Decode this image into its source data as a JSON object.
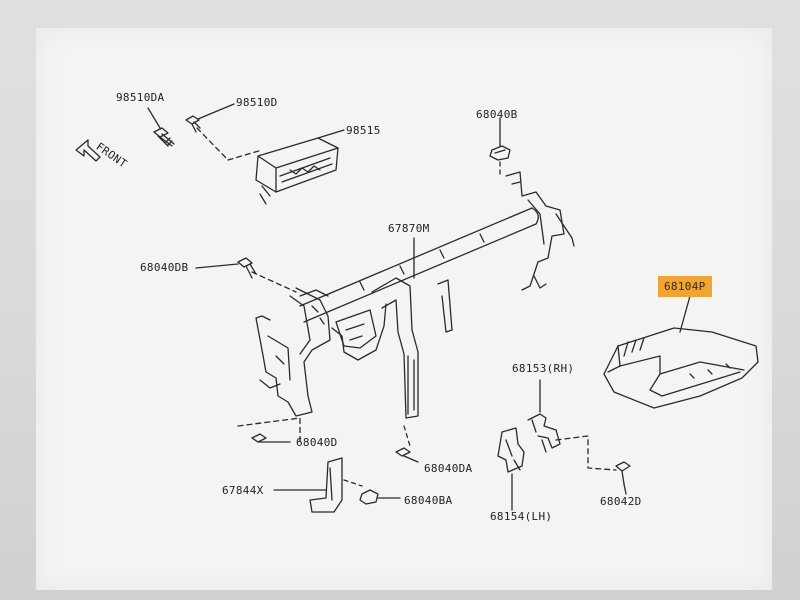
{
  "diagram": {
    "direction_label": "FRONT",
    "parts": [
      {
        "id": "98510DA",
        "label": "98510DA"
      },
      {
        "id": "98510D",
        "label": "98510D"
      },
      {
        "id": "98515",
        "label": "98515"
      },
      {
        "id": "68040B",
        "label": "68040B"
      },
      {
        "id": "67870M",
        "label": "67870M"
      },
      {
        "id": "68040DB",
        "label": "68040DB"
      },
      {
        "id": "68104P",
        "label": "68104P",
        "highlighted": true
      },
      {
        "id": "68153RH",
        "label": "68153(RH)"
      },
      {
        "id": "68040D",
        "label": "68040D"
      },
      {
        "id": "68040DA",
        "label": "68040DA"
      },
      {
        "id": "67844X",
        "label": "67844X"
      },
      {
        "id": "68040BA",
        "label": "68040BA"
      },
      {
        "id": "68154LH",
        "label": "68154(LH)"
      },
      {
        "id": "68042D",
        "label": "68042D"
      }
    ],
    "colors": {
      "line": "#2a2a2a",
      "highlight": "#f0a431",
      "paper": "#f4f5f3"
    }
  }
}
